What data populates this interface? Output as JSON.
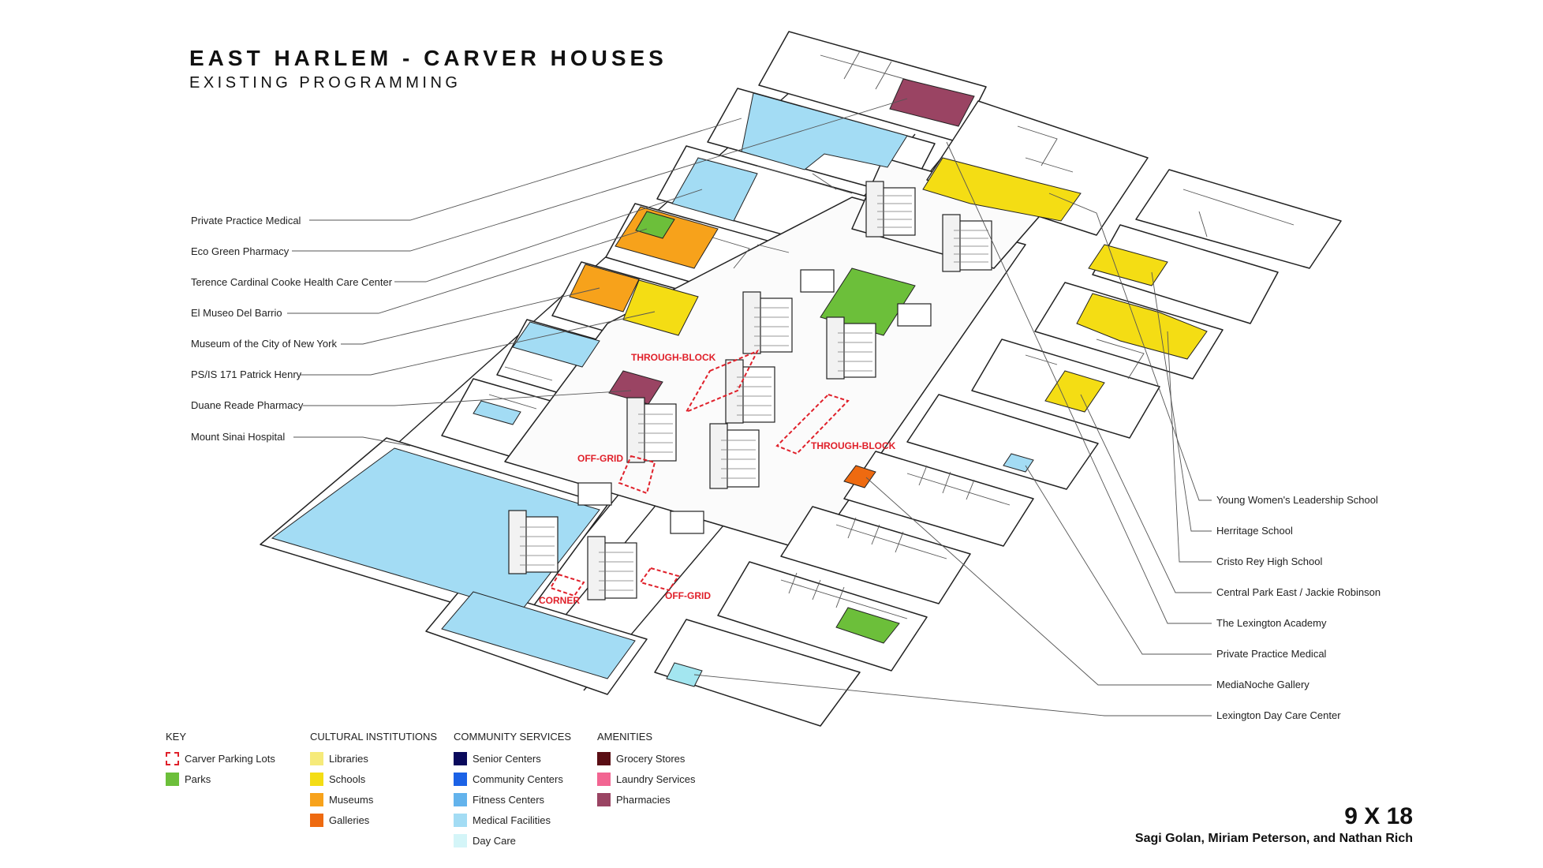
{
  "title": "EAST HARLEM - CARVER HOUSES",
  "subtitle": "EXISTING PROGRAMMING",
  "left_labels": [
    "Private Practice Medical",
    "Eco Green Pharmacy",
    "Terence Cardinal Cooke Health Care Center",
    "El Museo Del Barrio",
    "Museum of the City of New York",
    "PS/IS 171 Patrick Henry",
    "Duane Reade Pharmacy",
    "Mount Sinai Hospital"
  ],
  "right_labels": [
    "Young Women's Leadership School",
    "Herritage School",
    "Cristo Rey High School",
    "Central Park East / Jackie Robinson",
    "The Lexington Academy",
    "Private Practice Medical",
    "MediaNoche Gallery",
    "Lexington Day Care Center"
  ],
  "lot_labels": {
    "through_block_1": "THROUGH-BLOCK",
    "through_block_2": "THROUGH-BLOCK",
    "off_grid_1": "OFF-GRID",
    "off_grid_2": "OFF-GRID",
    "corner": "CORNER"
  },
  "legend": {
    "key": {
      "heading": "KEY",
      "items": [
        {
          "label": "Carver Parking Lots",
          "color": "#e0202a",
          "dashed": true
        },
        {
          "label": "Parks",
          "color": "#6cbf3a"
        }
      ]
    },
    "cultural": {
      "heading": "CULTURAL INSTITUTIONS",
      "items": [
        {
          "label": "Libraries",
          "color": "#f6ea7a"
        },
        {
          "label": "Schools",
          "color": "#f4dd14"
        },
        {
          "label": "Museums",
          "color": "#f7a21b"
        },
        {
          "label": "Galleries",
          "color": "#ee6a10"
        }
      ]
    },
    "community": {
      "heading": "COMMUNITY SERVICES",
      "items": [
        {
          "label": "Senior Centers",
          "color": "#0a0a5c"
        },
        {
          "label": "Community Centers",
          "color": "#1b62e6"
        },
        {
          "label": "Fitness Centers",
          "color": "#63b3ec"
        },
        {
          "label": "Medical Facilities",
          "color": "#a3dcf4"
        },
        {
          "label": "Day Care",
          "color": "#d4f5f8"
        }
      ]
    },
    "amenities": {
      "heading": "AMENITIES",
      "items": [
        {
          "label": "Grocery Stores",
          "color": "#5a0e14"
        },
        {
          "label": "Laundry Services",
          "color": "#f26592"
        },
        {
          "label": "Pharmacies",
          "color": "#9a4463"
        }
      ]
    }
  },
  "credit": {
    "big": "9 X 18",
    "names": "Sagi Golan, Miriam Peterson, and Nathan Rich"
  },
  "colors": {
    "medical": "#a3dcf4",
    "school": "#f4dd14",
    "museum": "#f7a21b",
    "park": "#6cbf3a",
    "pharmacy": "#9a4463",
    "gallery": "#ee6a10",
    "daycare": "#a3e6f0",
    "lot": "#e0202a"
  }
}
